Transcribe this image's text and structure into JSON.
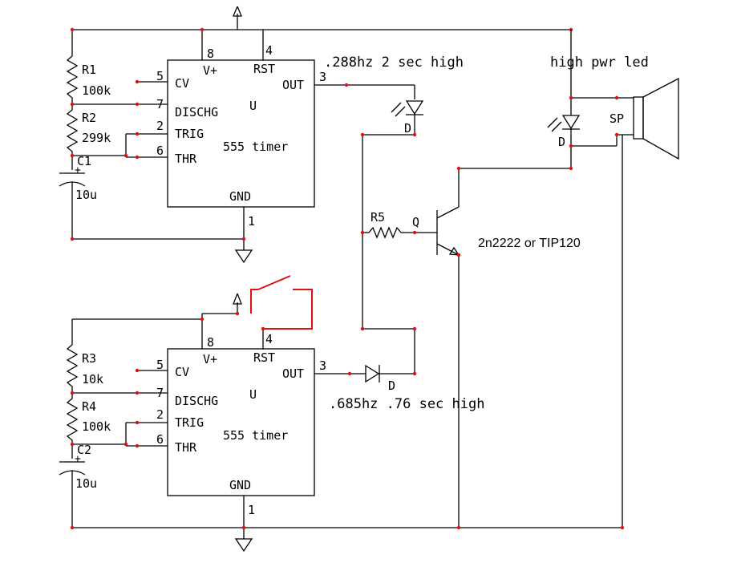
{
  "timer1": {
    "ic_label": "555 timer",
    "unit_letter": "U",
    "pins": {
      "p8": "8",
      "p4": "4",
      "p5": "5",
      "p7": "7",
      "p2": "2",
      "p6": "6",
      "p3": "3",
      "p1": "1",
      "vplus": "V+",
      "rst": "RST",
      "cv": "CV",
      "out": "OUT",
      "dischg": "DISCHG",
      "trig": "TRIG",
      "thr": "THR",
      "gnd": "GND"
    },
    "r_top": {
      "name": "R1",
      "value": "100k"
    },
    "r_mid": {
      "name": "R2",
      "value": "299k"
    },
    "cap": {
      "name": "C1",
      "value": "10u"
    },
    "note": ".288hz 2 sec high"
  },
  "timer2": {
    "ic_label": "555 timer",
    "unit_letter": "U",
    "pins": {
      "p8": "8",
      "p4": "4",
      "p5": "5",
      "p7": "7",
      "p2": "2",
      "p6": "6",
      "p3": "3",
      "p1": "1",
      "vplus": "V+",
      "rst": "RST",
      "cv": "CV",
      "out": "OUT",
      "dischg": "DISCHG",
      "trig": "TRIG",
      "thr": "THR",
      "gnd": "GND"
    },
    "r_top": {
      "name": "R3",
      "value": "10k"
    },
    "r_mid": {
      "name": "R4",
      "value": "100k"
    },
    "cap": {
      "name": "C2",
      "value": "10u"
    },
    "note": ".685hz .76 sec high"
  },
  "output_stage": {
    "led_note": "high pwr led",
    "led_d1": "D",
    "led_d2": "D",
    "diode_d3": "D",
    "r5": "R5",
    "transistor": "Q",
    "transistor_note": "2n2222 or TIP120",
    "speaker": "SP"
  },
  "colors": {
    "wire": "#000000",
    "node": "#e01010",
    "switch": "#e01010"
  }
}
